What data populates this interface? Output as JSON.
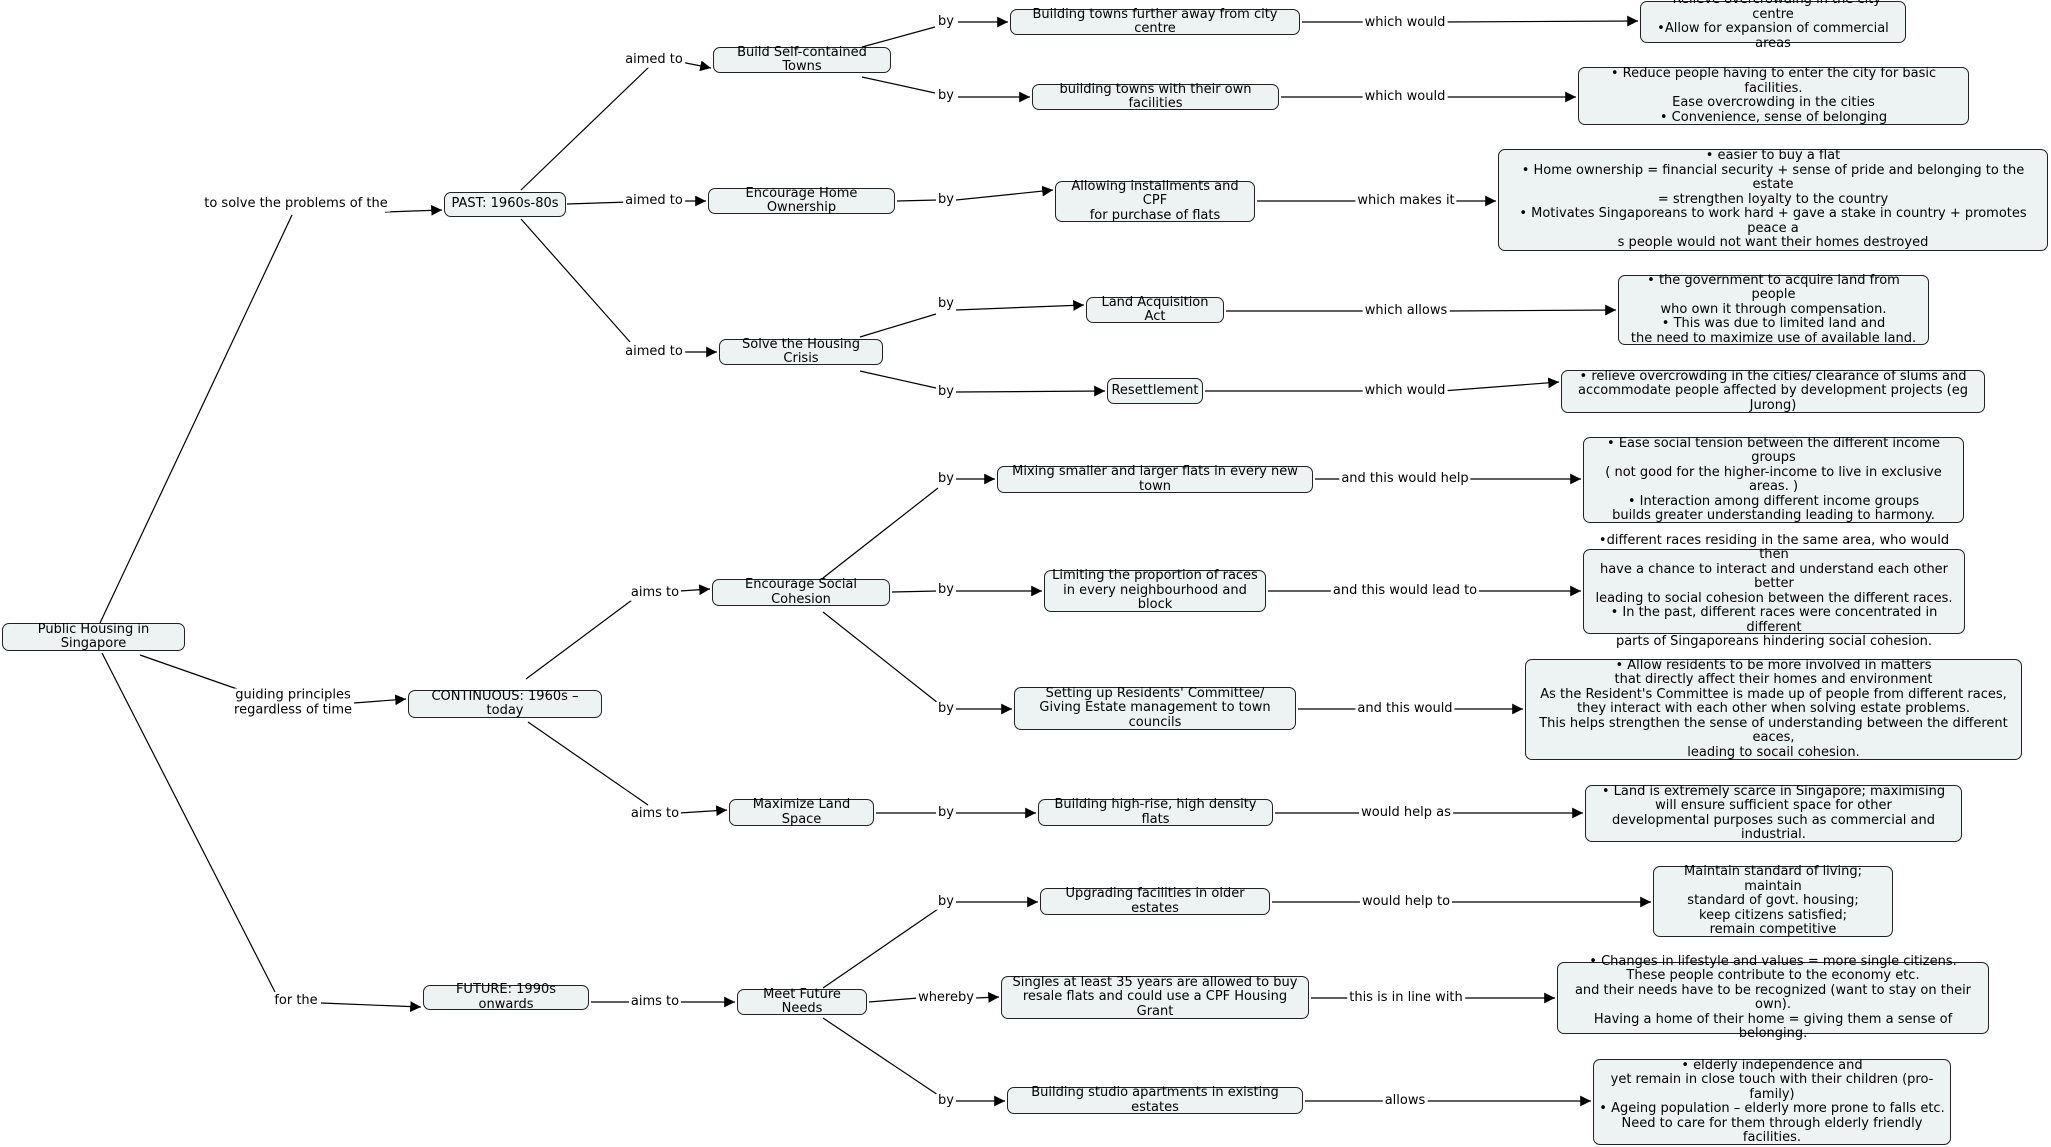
{
  "nodes": {
    "root": "Public Housing in Singapore",
    "past": "PAST: 1960s-80s",
    "continuous": "CONTINUOUS: 1960s – today",
    "future": "FUTURE: 1990s onwards",
    "self_contained": "Build Self-contained Towns",
    "home_ownership": "Encourage Home Ownership",
    "housing_crisis": "Solve the Housing Crisis",
    "social_cohesion": "Encourage Social Cohesion",
    "land_space": "Maximize Land Space",
    "future_needs": "Meet Future Needs",
    "towns_far": "Building towns further away from city centre",
    "towns_facilities": "building towns with their own facilities",
    "installments": "Allowing installments and CPF\nfor purchase of flats",
    "land_act": "Land Acquisition Act",
    "resettlement": "Resettlement",
    "mixing_flats": "Mixing smaller and larger flats in every new town",
    "race_proportion": "Limiting the proportion of races\nin every neighbourhood and block",
    "residents_committee": "Setting up Residents' Committee/\nGiving Estate management to town councils",
    "high_rise": "Building high-rise, high density flats",
    "upgrading": "Upgrading facilities in older estates",
    "singles": "Singles at least 35 years are allowed to buy\nresale flats and could use a CPF Housing Grant",
    "studio": "Building studio apartments in existing estates",
    "r_towns_far": "•Relieve overcrowding in the city centre\n•Allow for expansion of commercial areas",
    "r_towns_facilities": "•    Reduce people having to enter the city for basic facilities.\nEase overcrowding in the cities\n•    Convenience, sense of belonging",
    "r_installments": "•    easier to buy a flat\n•    Home ownership = financial security + sense of pride and belonging to the estate\n= strengthen loyalty to the country\n•    Motivates Singaporeans to work hard + gave a stake in country + promotes peace a\ns people would not want their homes destroyed",
    "r_land_act": "•    the government to acquire land from people\nwho own it through compensation.\n•    This was due to limited land and\nthe need to maximize use of available land.",
    "r_resettlement": "• relieve overcrowding in the cities/ clearance of slums and\naccommodate people affected by development projects (eg Jurong)",
    "r_mixing": "•    Ease social tension between the different income groups\n( not good for the higher-income to live in exclusive areas. )\n•    Interaction among different income groups\nbuilds greater understanding leading to harmony.",
    "r_races": "•different races residing in the same area, who would then\nhave a chance to interact and understand each other better\nleading to social cohesion between the different races.\n• In the past, different races were concentrated in different\nparts of Singaporeans hindering social cohesion.",
    "r_committee": "•    Allow residents to be more involved in matters\nthat directly affect their homes and environment\nAs the Resident's Committee is made up of people from different races,\nthey interact with each other when solving estate problems.\nThis helps strengthen the sense of understanding between the different eaces,\nleading to socail cohesion.",
    "r_high_rise": "•    Land is extremely scarce in Singapore; maximising\nwill ensure sufficient space  for other\ndevelopmental purposes such as commercial and industrial.",
    "r_upgrading": "Maintain standard of living; maintain\nstandard of govt. housing;\nkeep citizens satisfied;\nremain competitive",
    "r_singles": "•    Changes in lifestyle and values = more single citizens.\nThese people contribute to the economy etc.\nand their needs have to be recognized (want to stay on their own).\nHaving a home of their home = giving them a sense of belonging.",
    "r_studio": "•    elderly independence and\nyet remain in close touch with their children (pro-family)\n•    Ageing population – elderly more prone to falls etc.\nNeed to care for them through elderly friendly facilities."
  },
  "labels": {
    "to_solve": "to solve the problems of the",
    "guiding": "guiding principles\nregardless of time",
    "for_the": "for the",
    "aimed_to": "aimed to",
    "aims_to": "aims to",
    "by": "by",
    "whereby": "whereby",
    "which_would": "which would",
    "which_makes_it": "which makes it",
    "which_allows": "which allows",
    "and_this_would_help": "and this would help",
    "and_this_would_lead_to": "and this would lead to",
    "and_this_would": "and this would",
    "would_help_as": "would help as",
    "would_help_to": "would help to",
    "in_line_with": "this is in line with",
    "allows": "allows"
  },
  "colors": {
    "node_fill": "#edf2f2",
    "border": "#222222",
    "line": "#000000"
  }
}
